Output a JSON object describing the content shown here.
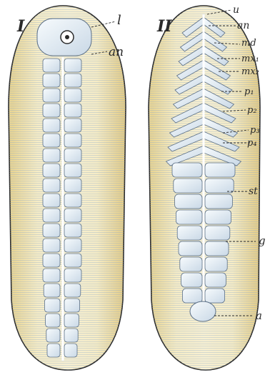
{
  "figures": [
    {
      "numeral": "I",
      "labels": [
        "l",
        "an"
      ]
    },
    {
      "numeral": "II",
      "labels": [
        "u",
        "an",
        "md",
        "mx₁",
        "mx₂",
        "p₁",
        "p₂",
        "p₃",
        "p₄",
        "st",
        "g",
        "a"
      ]
    }
  ],
  "colors": {
    "ink": "#2a2a2a",
    "body_fill": "#f3e6b4",
    "segment_fill": "#eef4f7",
    "shadow_blue": "#6f8fb8"
  }
}
